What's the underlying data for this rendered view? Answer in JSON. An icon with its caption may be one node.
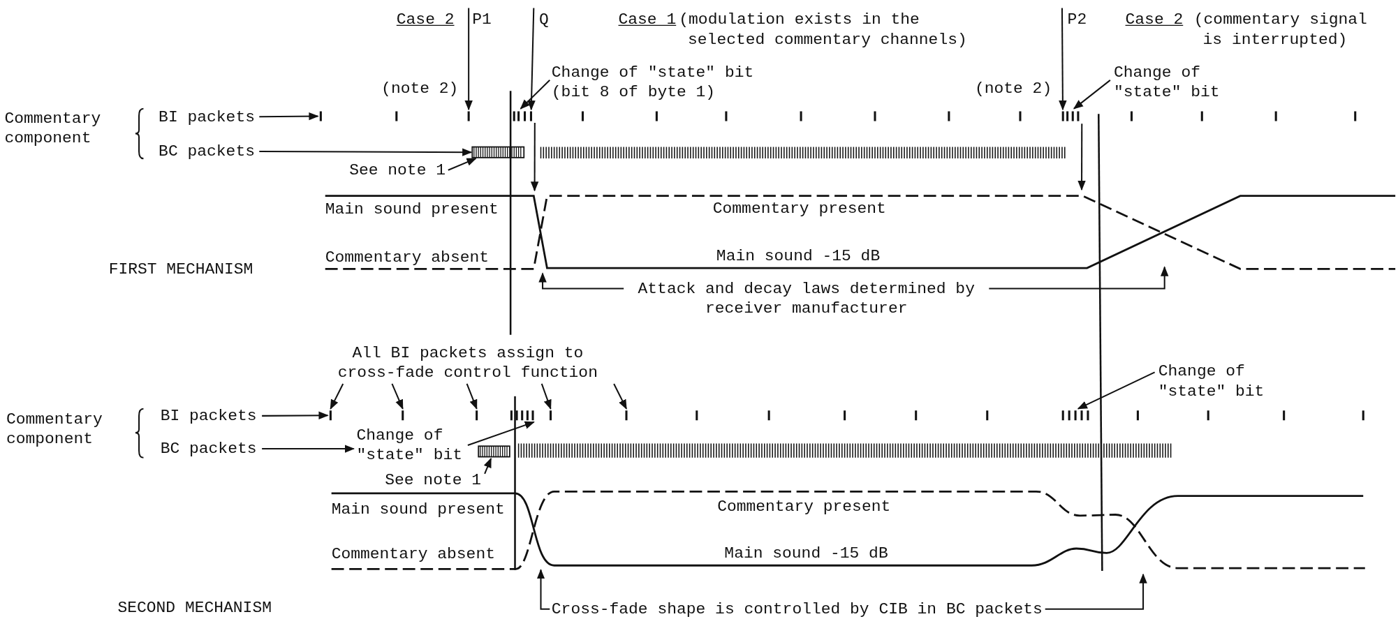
{
  "diagram": {
    "nodes": [
      {
        "text": [
          "P1"
        ]
      },
      {
        "text": [
          "Q"
        ]
      },
      {
        "text": [
          "P2"
        ]
      },
      {
        "text": [
          "Change of \"state\" bit (bit 8 of byte 1)"
        ]
      },
      {
        "text": [
          "BI packets"
        ]
      },
      {
        "text": [
          "BC packets"
        ]
      },
      {
        "text": [
          "See note 1"
        ]
      },
      {
        "text": [
          "Change of \"state\" bit"
        ]
      },
      {
        "text": [
          "Attack and decay laws determined by receiver manufacturer"
        ]
      },
      {
        "text": [
          "All BI packets assign to cross-fade control function"
        ]
      },
      {
        "text": [
          "BI packets"
        ]
      },
      {
        "text": [
          "BC packets"
        ]
      },
      {
        "text": [
          "Change of \"state\" bit"
        ]
      },
      {
        "text": [
          "See note 1"
        ]
      },
      {
        "text": [
          "Change of \"state\" bit"
        ]
      },
      {
        "text": [
          "Cross-fade shape is controlled by CIB in BC packets"
        ]
      },
      {
        "text": [],
        "shape": "bar"
      },
      {
        "text": [],
        "shape": "bar"
      },
      {
        "text": [],
        "shape": "bar"
      },
      {
        "text": [],
        "shape": "bar"
      },
      {
        "text": [],
        "shape": "box"
      },
      {
        "text": [],
        "shape": "bar"
      },
      {
        "text": [],
        "shape": "bar"
      },
      {
        "text": [],
        "shape": "bar"
      },
      {
        "text": [],
        "shape": "bar"
      },
      {
        "text": [],
        "shape": "bar"
      },
      {
        "text": [],
        "shape": "bar"
      },
      {
        "text": [],
        "shape": "bar"
      },
      {
        "text": [],
        "shape": "box"
      },
      {
        "text": [],
        "shape": "line"
      },
      {
        "text": [],
        "shape": "line"
      },
      {
        "text": [],
        "shape": "line"
      },
      {
        "text": [],
        "shape": "line"
      }
    ],
    "edges": [
      {
        "from": 0,
        "to": 17,
        "arrow": "to"
      },
      {
        "from": 1,
        "to": 18,
        "arrow": "to"
      },
      {
        "from": 2,
        "to": 19,
        "arrow": "to"
      },
      {
        "from": 3,
        "to": 18,
        "arrow": "to"
      },
      {
        "from": 4,
        "to": 16,
        "arrow": "to"
      },
      {
        "from": 5,
        "to": 20,
        "arrow": "to"
      },
      {
        "from": 6,
        "to": 20,
        "arrow": "to"
      },
      {
        "from": 7,
        "to": 19,
        "arrow": "to"
      },
      {
        "from": 8,
        "to": 29,
        "arrow": "to"
      },
      {
        "from": 8,
        "to": 29,
        "arrow": "to"
      },
      {
        "from": 9,
        "to": 21,
        "arrow": "to"
      },
      {
        "from": 9,
        "to": 22,
        "arrow": "to"
      },
      {
        "from": 9,
        "to": 23,
        "arrow": "to"
      },
      {
        "from": 9,
        "to": 25,
        "arrow": "to"
      },
      {
        "from": 9,
        "to": 26,
        "arrow": "to"
      },
      {
        "from": 10,
        "to": 21,
        "arrow": "to"
      },
      {
        "from": 11,
        "to": 12,
        "arrow": "to"
      },
      {
        "from": 12,
        "to": 24,
        "arrow": "to"
      },
      {
        "from": 13,
        "to": 28,
        "arrow": "to"
      },
      {
        "from": 14,
        "to": 27,
        "arrow": "to"
      },
      {
        "from": 15,
        "to": 31,
        "arrow": "to"
      },
      {
        "from": 15,
        "to": 31,
        "arrow": "to"
      },
      {
        "from": 18,
        "to": 29,
        "arrow": "to"
      },
      {
        "from": 19,
        "to": 30,
        "arrow": "to"
      }
    ],
    "labels": [
      "Case 2",
      "Case 1",
      "(modulation exists in the selected commentary channels)",
      "Case 2",
      "(commentary signal is interrupted)",
      "(note 2)",
      "(note 2)",
      "Commentary component",
      "Main sound present",
      "Commentary present",
      "Commentary absent",
      "Main sound -15 dB",
      "FIRST MECHANISM",
      "Commentary component",
      "Main sound present",
      "Commentary present",
      "Commentary absent",
      "Main sound -15 dB",
      "SECOND MECHANISM"
    ]
  }
}
